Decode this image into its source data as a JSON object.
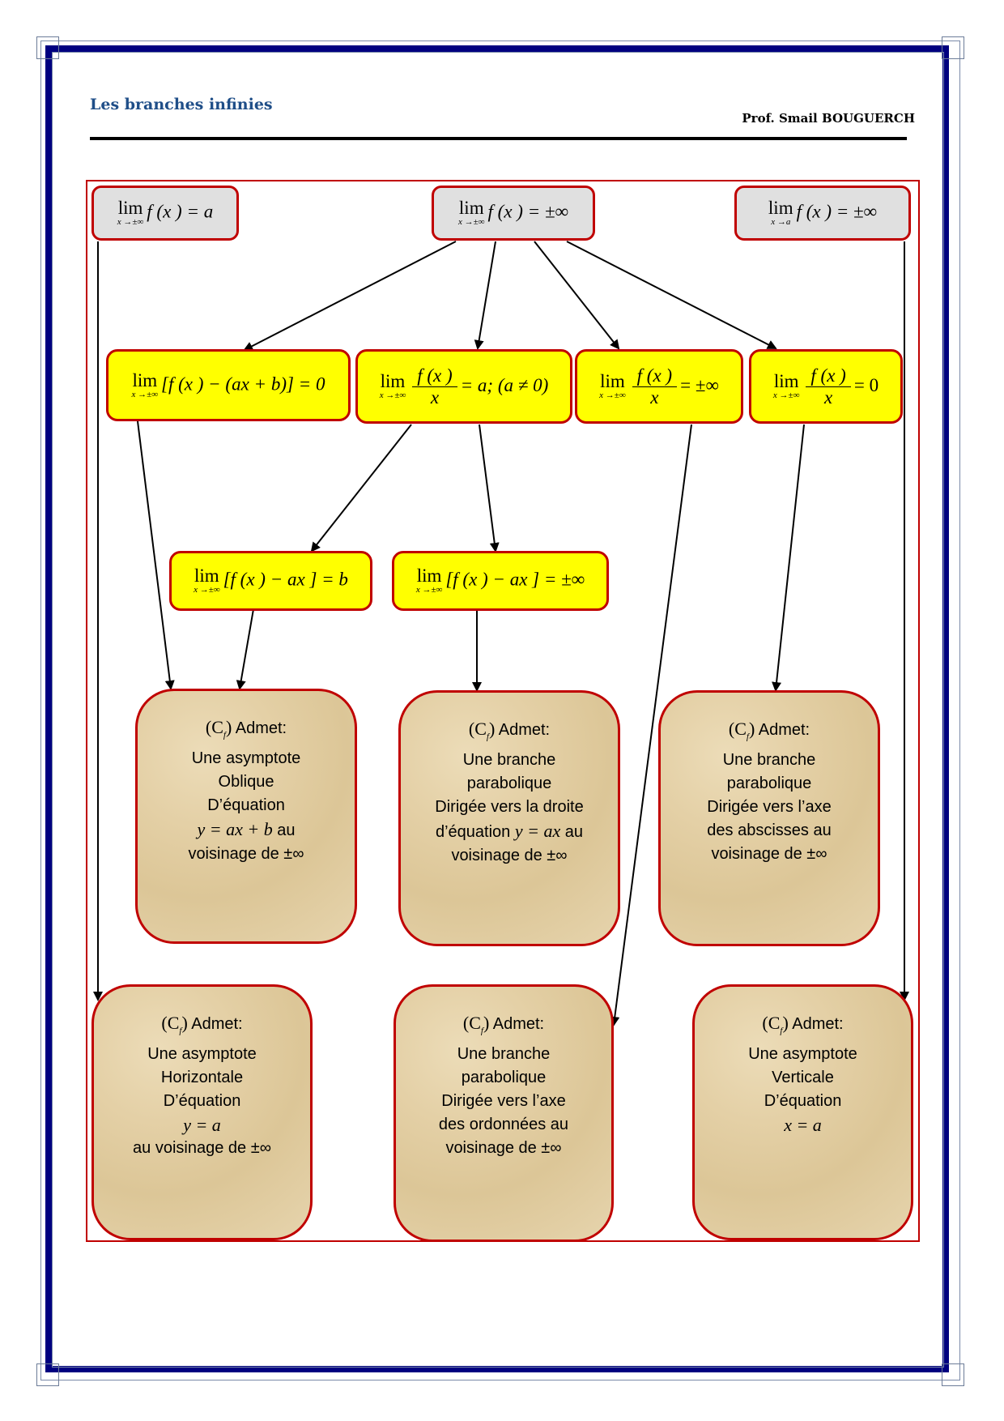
{
  "header": {
    "title": "Les branches infinies",
    "author": "Prof. Smail BOUGUERCH"
  },
  "colors": {
    "frame_blue": "#000080",
    "title_blue": "#1f4e88",
    "box_border_red": "#c00000",
    "condition_yellow": "#ffff00",
    "start_grey": "#e0e0e0",
    "result_tan": "#e4d0a6"
  },
  "start_nodes": [
    {
      "lim": "lim",
      "sub": "x →±∞",
      "expr": "f (x ) = a"
    },
    {
      "lim": "lim",
      "sub": "x →±∞",
      "expr": "f (x ) = ±∞"
    },
    {
      "lim": "lim",
      "sub": "x →a",
      "expr": "f (x ) = ±∞"
    }
  ],
  "conditions": [
    {
      "lim": "lim",
      "sub": "x →±∞",
      "expr": "[f (x ) − (ax + b)] = 0"
    },
    {
      "lim": "lim",
      "sub": "x →±∞",
      "num": "f (x )",
      "den": "x",
      "rhs": "= a; (a ≠ 0)"
    },
    {
      "lim": "lim",
      "sub": "x →±∞",
      "num": "f (x )",
      "den": "x",
      "rhs": "= ±∞"
    },
    {
      "lim": "lim",
      "sub": "x →±∞",
      "num": "f (x )",
      "den": "x",
      "rhs": "= 0"
    },
    {
      "lim": "lim",
      "sub": "x →±∞",
      "expr": "[f (x ) − ax ] = b"
    },
    {
      "lim": "lim",
      "sub": "x →±∞",
      "expr": "[f (x ) − ax ] = ±∞"
    }
  ],
  "results": [
    {
      "cf": "(C",
      "cf_sub": "f",
      "cf_close": ")",
      "admet": "Admet:",
      "lines": [
        "Une asymptote",
        "Oblique",
        "D’équation"
      ],
      "math": "y = ax + b",
      "math_suffix": " au",
      "tail": "voisinage de ±∞"
    },
    {
      "cf": "(C",
      "cf_sub": "f",
      "cf_close": ")",
      "admet": "Admet:",
      "lines": [
        "Une branche",
        "parabolique",
        "Dirigée vers la droite"
      ],
      "math_prefix": "d’équation ",
      "math": "y = ax",
      "math_suffix": " au",
      "tail": "voisinage de ±∞"
    },
    {
      "cf": "(C",
      "cf_sub": "f",
      "cf_close": ")",
      "admet": "Admet:",
      "lines": [
        "Une branche",
        "parabolique",
        "Dirigée vers l’axe",
        "des abscisses au",
        "voisinage de ±∞"
      ]
    },
    {
      "cf": "(C",
      "cf_sub": "f",
      "cf_close": ")",
      "admet": "Admet:",
      "lines": [
        "Une asymptote",
        "Horizontale",
        "D’équation"
      ],
      "math": "y = a",
      "tail": "au voisinage de ±∞"
    },
    {
      "cf": "(C",
      "cf_sub": "f",
      "cf_close": ")",
      "admet": "Admet:",
      "lines": [
        "Une branche",
        "parabolique",
        "Dirigée vers l’axe",
        "des ordonnées au",
        "voisinage de ±∞"
      ]
    },
    {
      "cf": "(C",
      "cf_sub": "f",
      "cf_close": ")",
      "admet": "Admet:",
      "lines": [
        "Une asymptote",
        "Verticale",
        "D’équation"
      ],
      "math": "x = a"
    }
  ]
}
